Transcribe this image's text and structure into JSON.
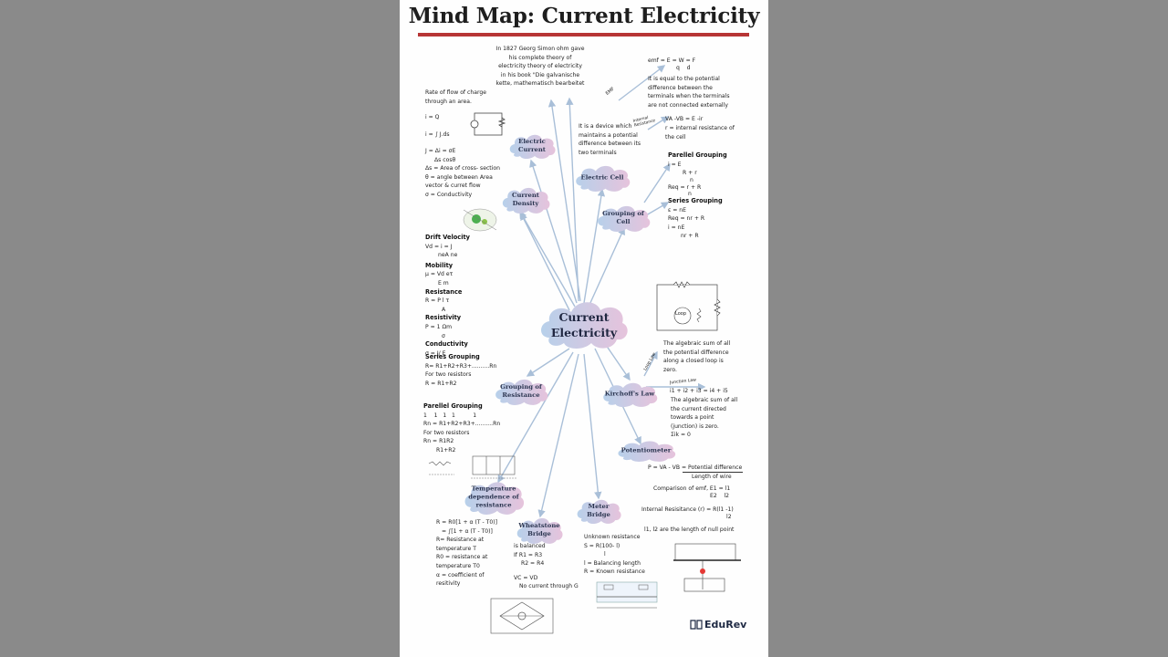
{
  "title": "Mind Map: Current Electricity",
  "center": "Current Electricity",
  "nodes": {
    "electric_current": "Electric Current",
    "electric_cell": "Electric Cell",
    "current_density": "Current Density",
    "grouping_cell": "Grouping of Cell",
    "grouping_resistance": "Grouping of Resistance",
    "kirchoff": "Kirchoff's Law",
    "potentiometer": "Potentiometer",
    "temperature": "Temperature dependence of resistance",
    "wheatstone": "Wheatstone Bridge",
    "meter_bridge": "Meter Bridge"
  },
  "edge_labels": {
    "emf": "EMF",
    "internal_resistance": "Internal Resistance",
    "loop_law": "Loop Law",
    "junction_law": "Junction Law"
  },
  "history": [
    "In 1827 Georg Simon ohm gave",
    "his complete theory of",
    "electricity theory of electricity",
    "in his book \"Die galvanische",
    "kette, mathematisch bearbeitet"
  ],
  "current_notes": {
    "rate": [
      "Rate of flow of charge",
      "through an area."
    ],
    "i_q": "i = Q",
    "i_int": "i = ∫ J.ds"
  },
  "density_notes": [
    "J = Δi = σE",
    "Δs cosθ",
    "Δs = Area of cross- section",
    "θ = angle between Area",
    "vector & curret flow",
    "σ = Conductivity"
  ],
  "resistance_notes": {
    "drift_h": "Drift Velocity",
    "drift_f": [
      "Vd = i = J",
      "neA ne"
    ],
    "mobility_h": "Mobility",
    "mobility_f": [
      "μ = Vd eτ",
      "E m"
    ],
    "resistance_h": "Resistance",
    "resistance_f": [
      "R = P l τ",
      "A"
    ],
    "resistivity_h": "Resistivity",
    "resistivity_f": [
      "P = 1 Ωm",
      "σ"
    ],
    "conductivity_h": "Conductivity",
    "conductivity_f": "σ = J/ E",
    "series_h": "Series Grouping",
    "series_f": [
      "R= R1+R2+R3+..........Rn",
      "For two resistors",
      "R = R1+R2"
    ],
    "parallel_h": "Parellel Grouping",
    "parallel_f": [
      "1    1   1   1          1",
      "Rn = R1+R2+R3+..........Rn",
      "For two resistors",
      "Rn = R1R2",
      "R1+R2"
    ]
  },
  "temperature_notes": [
    "R = R0[1 + α (T - T0)]",
    "= ∫[1 + α (T - T0)]",
    "R= Resistance at",
    "temperature T",
    "R0 = resistance at",
    "temperature T0",
    "α = coefficient of",
    "resitivity"
  ],
  "wheatstone_notes": [
    "is balanced",
    "If R1 = R3",
    "R2 = R4",
    "VC = VD",
    "No current through G"
  ],
  "meter_notes": [
    "Unknown resistance",
    "S = R(100- l)",
    "l",
    "l = Balancing length",
    "R = Known resistance"
  ],
  "cell_notes": {
    "emf_f": "emf = E = W = F",
    "emf_f2": "q    d",
    "emf_desc": [
      "It is equal to the potential",
      "difference between the",
      "terminals when the terminals",
      "are not connected externally"
    ],
    "cell_desc": [
      "It is a device which",
      "maintains a potential",
      "difference between its",
      "two terminals"
    ],
    "ir_f": "VA -VB = E -ir",
    "ir_desc": [
      "r = internal resistance of",
      "the cell"
    ]
  },
  "grouping_cell_notes": {
    "parallel_h": "Parellel Grouping",
    "parallel_f": [
      "i =   E",
      "R + r",
      "n",
      "Req = r + R",
      "n"
    ],
    "series_h": "Series Grouping",
    "series_f": [
      "ε = nE",
      "Req = nr + R",
      "i =   nE",
      "nr + R"
    ]
  },
  "kirchoff_notes": {
    "loop": [
      "The algebraic sum of all",
      "the potential difference",
      "along a closed loop is",
      "zero."
    ],
    "junction_f": "i1 + i2 + i3 = i4 + i5",
    "junction": [
      "The algebraic sum of all",
      "the current directed",
      "towards a point",
      "(junction) is zero.",
      "Σik = 0"
    ]
  },
  "potentiometer_notes": {
    "p": "P = VA - VB = Potential difference",
    "p2": "Length of wire",
    "compare": "Comparison of emf, E1 = l1",
    "compare2": "E2    l2",
    "internal": "Internal Resisitance (r) = R(l1 -1)",
    "internal2": "l2",
    "null": "l1, l2 are the length of null point"
  },
  "loop_label": "Loop",
  "brand": "EduRev",
  "colors": {
    "rule": "#b73535",
    "arrow": "#a9bfd8",
    "cloud_a": "#b7d0ea",
    "cloud_b": "#e6c3dc",
    "background": "#8a8a8a"
  }
}
